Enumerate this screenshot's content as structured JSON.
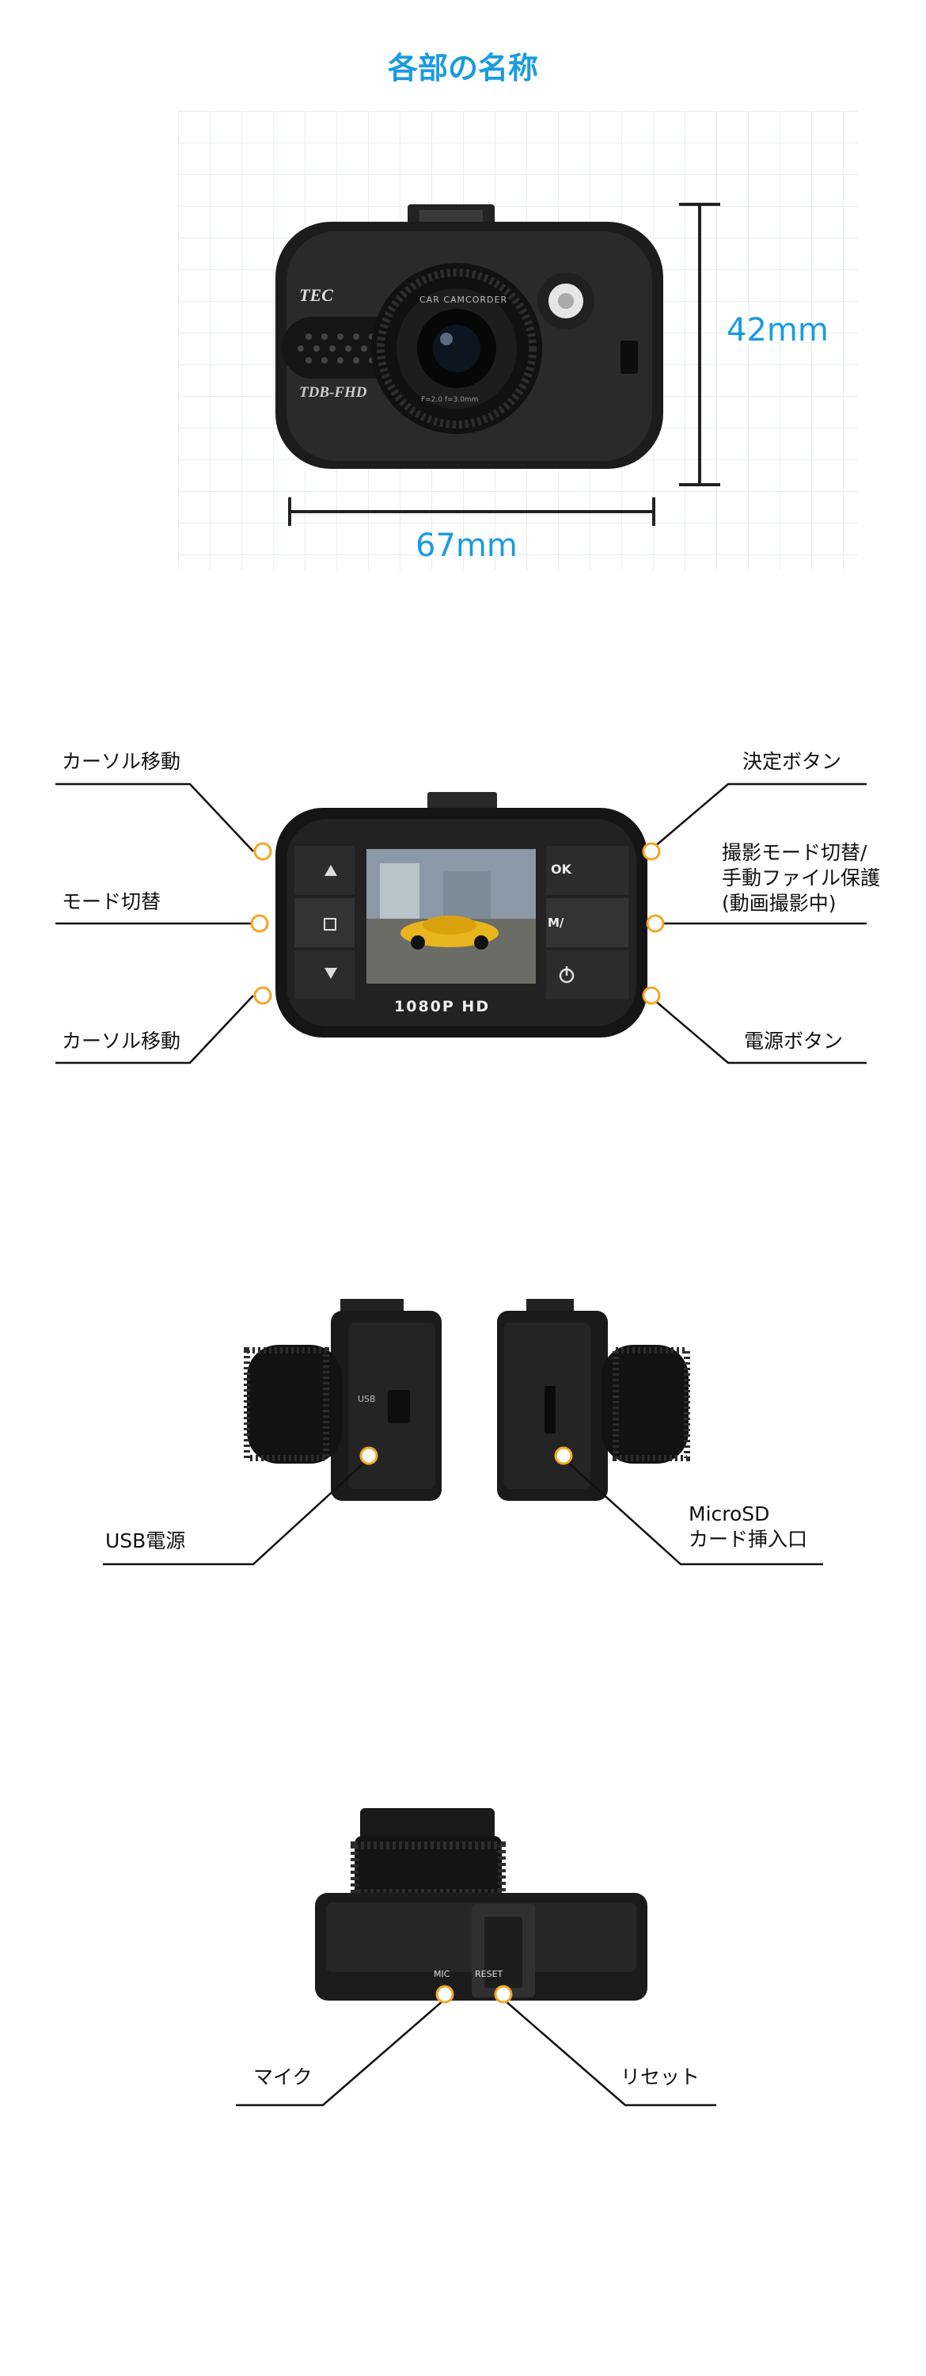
{
  "page_title": "各部の名称",
  "dimensions": {
    "width": "67mm",
    "height": "42mm"
  },
  "camera_front": {
    "brand": "TEC",
    "model": "TDB-FHD",
    "lens_ring": "CAR CAMCORDER",
    "lens_spec": "F=2.0 f=3.0mm"
  },
  "back_view": {
    "left_labels": {
      "cursor_up": "カーソル移動",
      "mode_switch": "モード切替",
      "cursor_down": "カーソル移動"
    },
    "right_labels": {
      "ok": "決定ボタン",
      "mode_photo_line1": "撮影モード切替/",
      "mode_photo_line2": "手動ファイル保護",
      "mode_photo_line3": "(動画撮影中)",
      "power": "電源ボタン"
    },
    "screen_text": "1080P HD",
    "button_ok": "OK",
    "button_m": "M/",
    "colors": {
      "accent": "#1a9be0",
      "marker": "#f5a623"
    }
  },
  "side_view": {
    "usb_power": "USB電源",
    "micro_line1": "MicroSD",
    "micro_line2": "カード挿入口",
    "usb_print": "USB"
  },
  "bottom_view": {
    "mic_label": "マイク",
    "reset_label": "リセット",
    "mic_print": "MIC",
    "reset_print": "RESET"
  }
}
